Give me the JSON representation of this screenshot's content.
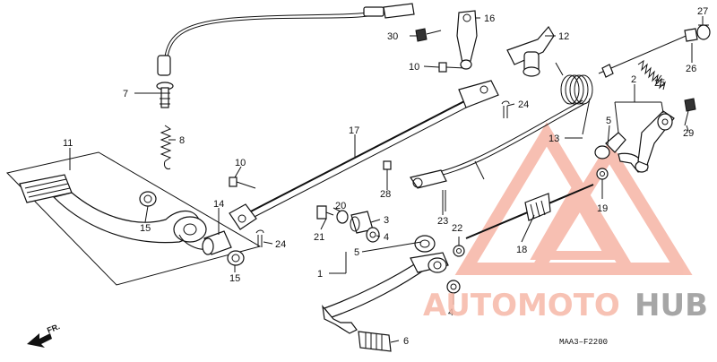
{
  "labels": {
    "p1": "1",
    "p2": "2",
    "p3": "3",
    "p4a": "4",
    "p4b": "4",
    "p5a": "5",
    "p5b": "5",
    "p6": "6",
    "p7": "7",
    "p8": "8",
    "p10a": "10",
    "p10b": "10",
    "p11": "11",
    "p12": "12",
    "p13": "13",
    "p14": "14",
    "p15a": "15",
    "p15b": "15",
    "p16": "16",
    "p17": "17",
    "p18": "18",
    "p19": "19",
    "p20": "20",
    "p21": "21",
    "p22": "22",
    "p23": "23",
    "p24a": "24",
    "p24b": "24",
    "p25": "25",
    "p26": "26",
    "p27": "27",
    "p28": "28",
    "p29": "29",
    "p30": "30"
  },
  "direction_label": "FR.",
  "diagram_code": "MAA3–F2200",
  "watermark": {
    "text_part1": "AUTOMOTO",
    "text_part2": "HUB",
    "color_primary": "#f28c74",
    "color_secondary": "#8a8a8a"
  }
}
